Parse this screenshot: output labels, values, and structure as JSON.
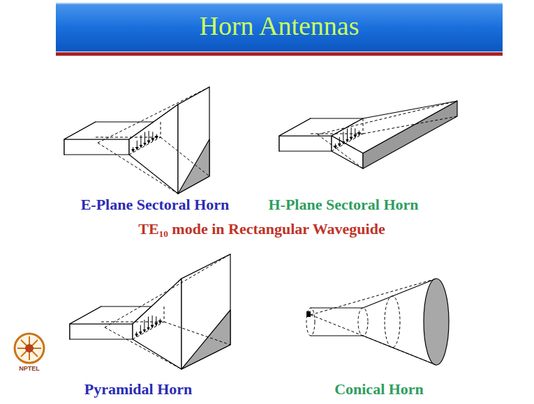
{
  "diagram": {
    "title": "Horn Antennas",
    "labels": [
      "E-Plane Sectoral Horn",
      "H-Plane Sectoral Horn",
      "TE₁₀ mode in Rectangular Waveguide",
      "Pyramidal Horn",
      "Conical Horn",
      "NPTEL"
    ]
  }
}
